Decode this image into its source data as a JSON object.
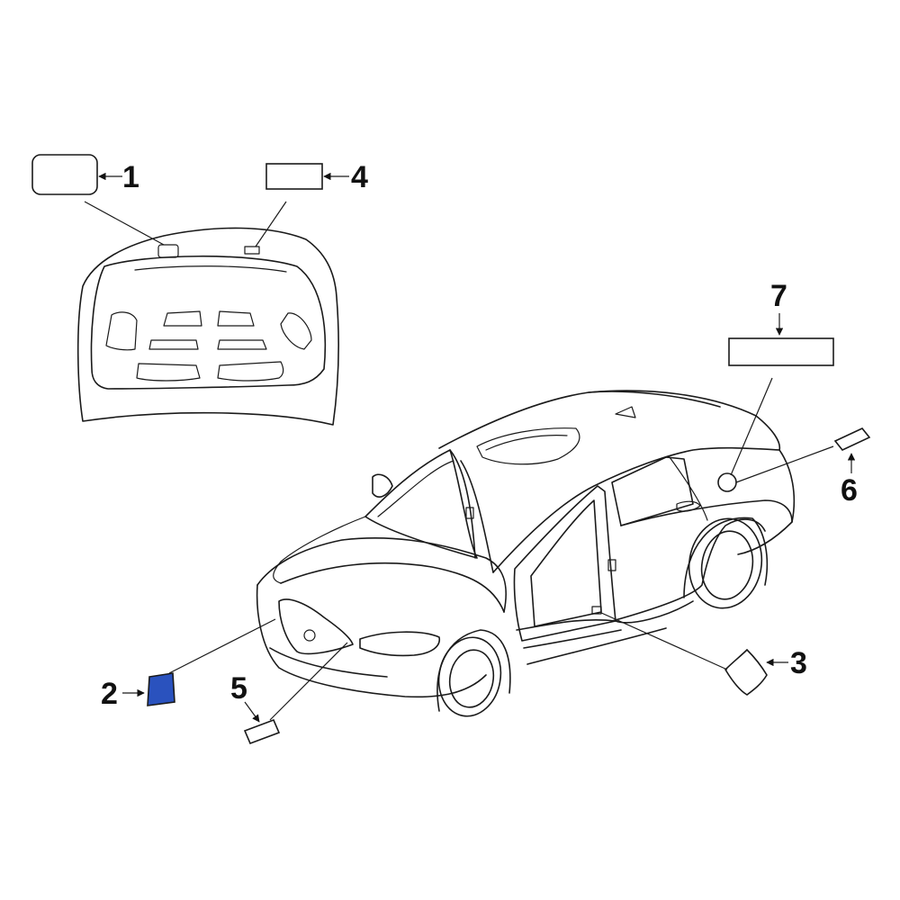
{
  "colors": {
    "line": "#1a1a1a",
    "highlight_part": "#2a52be",
    "background": "#ffffff"
  },
  "callouts": [
    {
      "id": "1",
      "label": "1"
    },
    {
      "id": "2",
      "label": "2",
      "highlighted": true
    },
    {
      "id": "3",
      "label": "3"
    },
    {
      "id": "4",
      "label": "4"
    },
    {
      "id": "5",
      "label": "5"
    },
    {
      "id": "6",
      "label": "6"
    },
    {
      "id": "7",
      "label": "7"
    }
  ]
}
